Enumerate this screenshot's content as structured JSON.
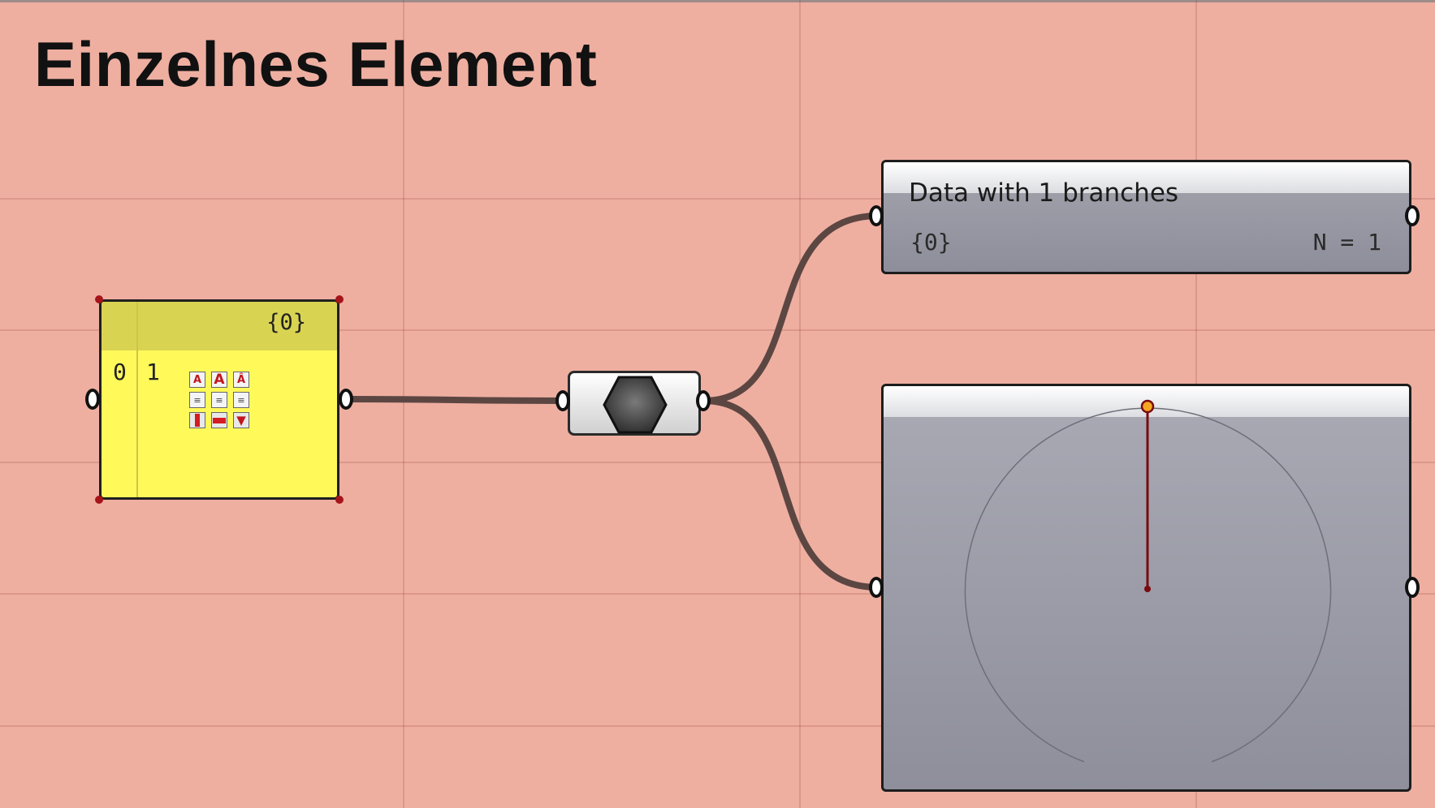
{
  "canvas": {
    "title": "Einzelnes Element",
    "background": "#eeafa1"
  },
  "panel": {
    "path": "{0}",
    "items": [
      {
        "index": "0",
        "value": "1"
      }
    ],
    "fill_color": "#fff95a",
    "toolbar_icons": [
      "text-size-down-icon",
      "text-size-icon",
      "text-size-up-icon",
      "align-left-icon",
      "align-center-icon",
      "align-right-icon",
      "border-icon",
      "wrap-icon",
      "color-icon"
    ]
  },
  "data_dam": {
    "icon": "hexagon-icon"
  },
  "data_viewer": {
    "title": "Data with 1 branches",
    "branch_path": "{0}",
    "count": "N = 1"
  },
  "gauge": {
    "value_fraction": 0.5,
    "needle_color": "#7a0a0e",
    "knob_color": "#f5a623"
  },
  "wire_color": "#5c4642"
}
